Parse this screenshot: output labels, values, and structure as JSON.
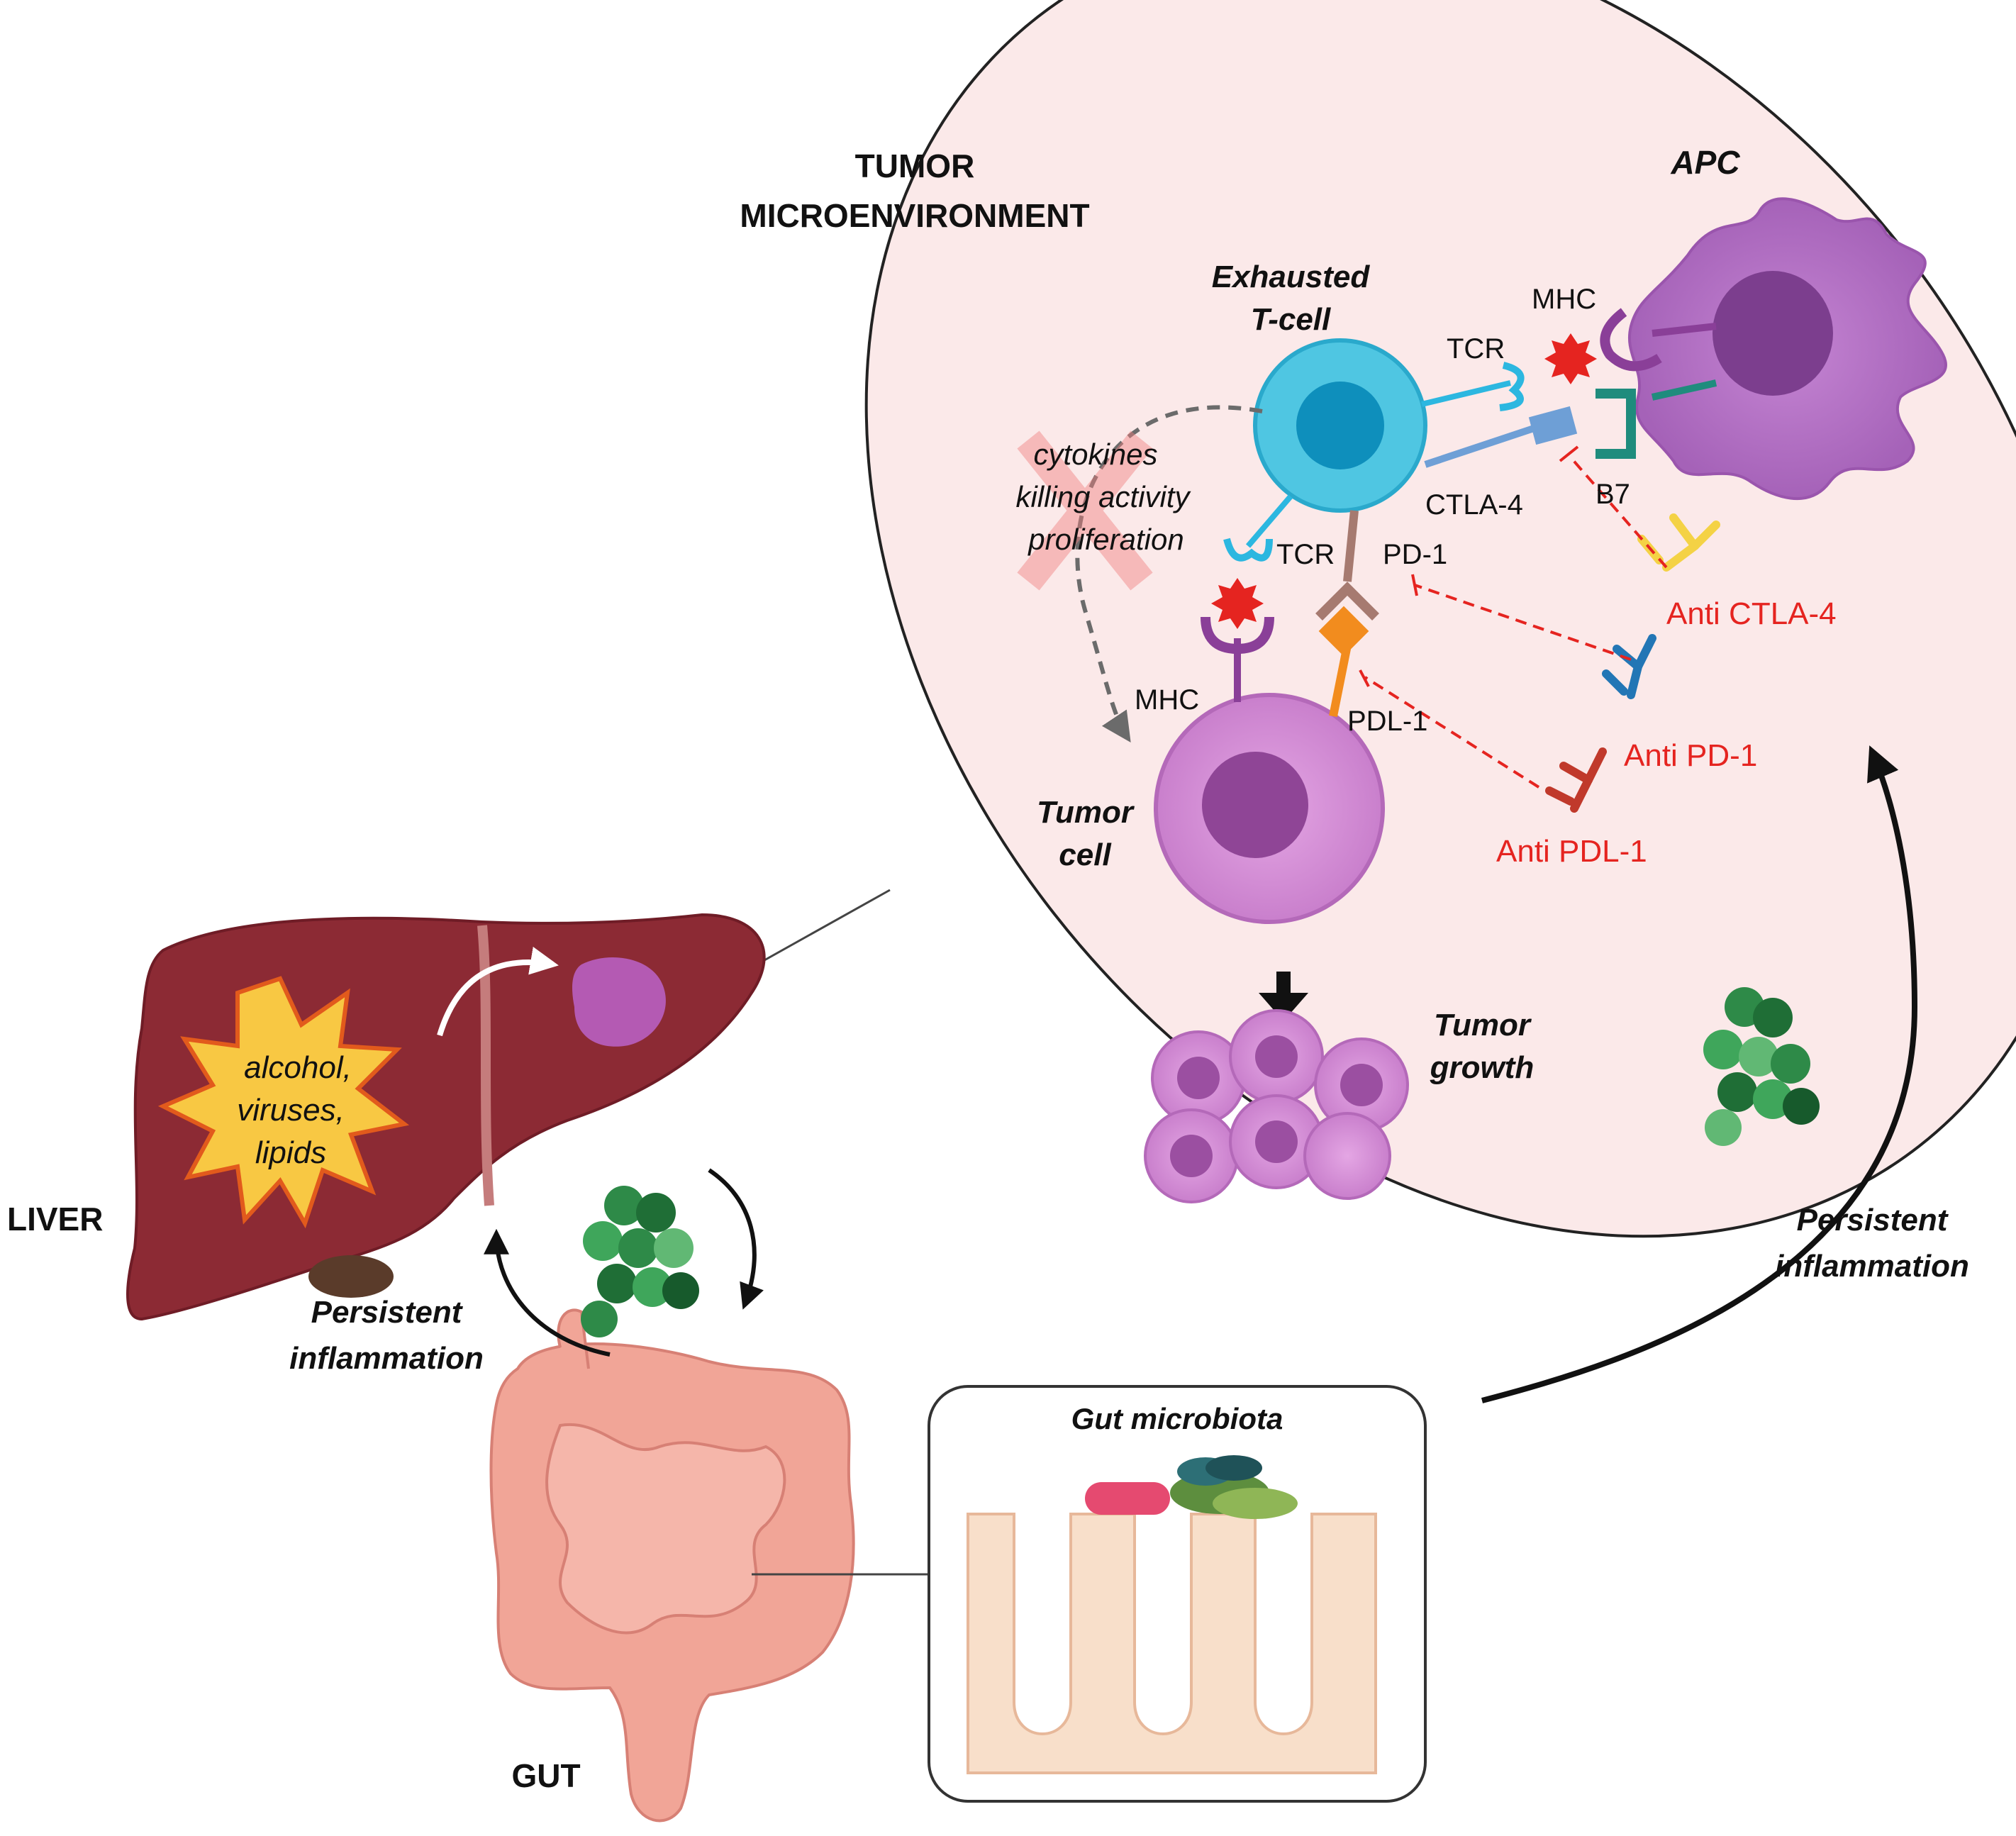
{
  "colors": {
    "ellipse_fill": "#fbe9e9",
    "liver": "#8c2a34",
    "gut": "#f1a597",
    "t_cell": "#4fc6e2",
    "apc": "#b36ec4",
    "tumor": "#d690d6",
    "inhibitor_red": "#e52420",
    "microbe_green": "#2e8a48"
  },
  "labels": {
    "tme": "TUMOR",
    "tme2": "MICROENVIRONMENT",
    "apc": "APC",
    "exhausted": "Exhausted",
    "tcell": "T-cell",
    "tcr_top": "TCR",
    "tcr_bottom": "TCR",
    "mhc_top": "MHC",
    "mhc_bottom": "MHC",
    "b7": "B7",
    "ctla4": "CTLA-4",
    "pd1": "PD-1",
    "pdl1": "PDL-1",
    "anti_ctla4": "Anti CTLA-4",
    "anti_pd1": "Anti PD-1",
    "anti_pdl1": "Anti PDL-1",
    "cytokines": "cytokines",
    "killing": "killing activity",
    "proliferation": "proliferation",
    "tumor": "Tumor",
    "cell": "cell",
    "tumor_g": "Tumor",
    "growth": "growth",
    "liver": "LIVER",
    "gut": "GUT",
    "alcohol": "alcohol,",
    "viruses": "viruses,",
    "lipids": "lipids",
    "persistent_left": "Persistent",
    "inflammation_left": "inflammation",
    "persistent_right": "Persistent",
    "inflammation_right": "inflammation",
    "gut_microbiota": "Gut microbiota"
  }
}
